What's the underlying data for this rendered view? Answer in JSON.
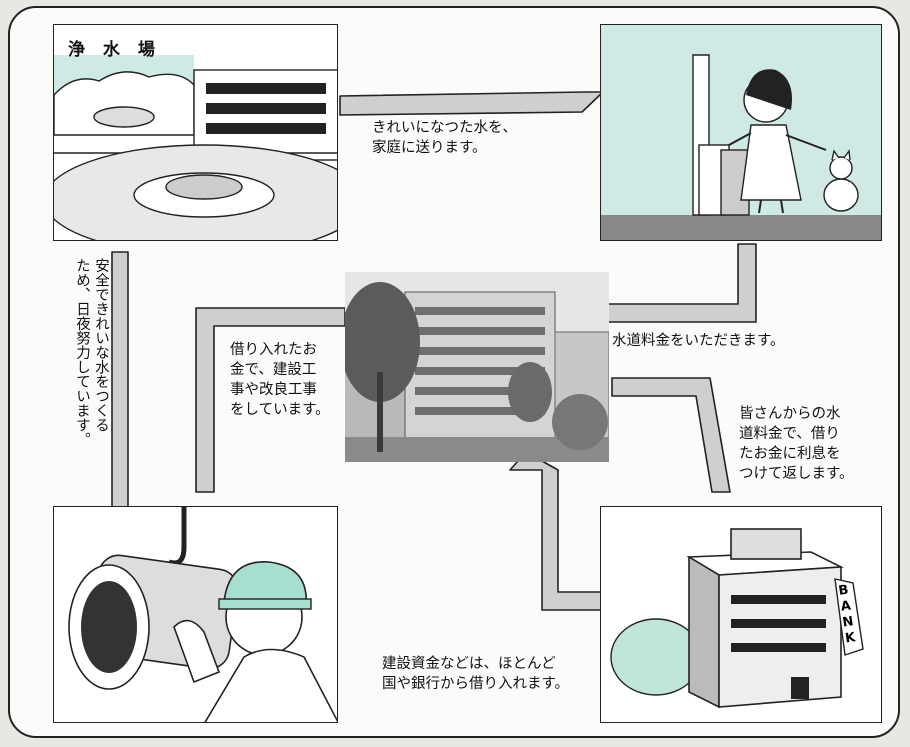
{
  "panels": {
    "purification": {
      "title": "浄 水 場"
    },
    "bank": {
      "sign": [
        "B",
        "A",
        "N",
        "K"
      ]
    }
  },
  "captions": {
    "send_water": "きれいになつた水を、\n家庭に送ります。",
    "water_fee": "水道料金をいただきます。",
    "repay": "皆さんからの水\n道料金で、借り\nたお金に利息を\nつけて返します。",
    "borrow": "建設資金などは、ほとんど\n国や銀行から借り入れます。",
    "construction": "借り入れたお\n金で、建設工\n事や改良工事\nをしています。",
    "safe_water": "安全できれいな水をつくる\nため、日夜努力しています。"
  }
}
